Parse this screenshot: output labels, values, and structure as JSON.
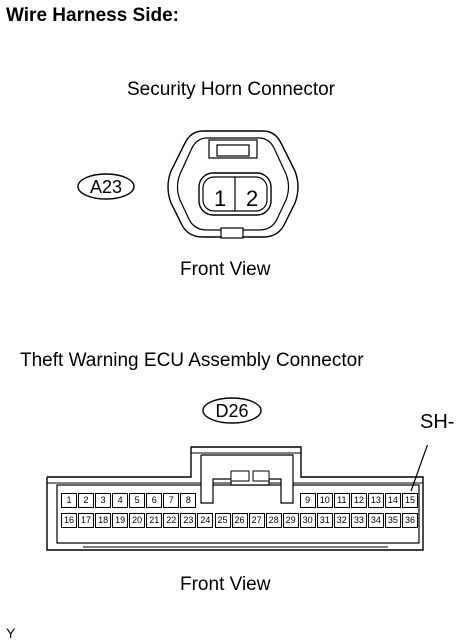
{
  "heading": "Wire Harness Side:",
  "connector_a": {
    "title": "Security Horn Connector",
    "code": "A23",
    "pins": [
      "1",
      "2"
    ],
    "view_label": "Front View"
  },
  "connector_b": {
    "title": "Theft Warning ECU Assembly Connector",
    "code": "D26",
    "callout": "SH-",
    "row1": [
      "1",
      "2",
      "3",
      "4",
      "5",
      "6",
      "7",
      "8",
      "9",
      "10",
      "11",
      "12",
      "13",
      "14",
      "15"
    ],
    "row2": [
      "16",
      "17",
      "18",
      "19",
      "20",
      "21",
      "22",
      "23",
      "24",
      "25",
      "26",
      "27",
      "28",
      "29",
      "30",
      "31",
      "32",
      "33",
      "34",
      "35",
      "36"
    ],
    "view_label": "Front View"
  },
  "corner_mark": "Y"
}
